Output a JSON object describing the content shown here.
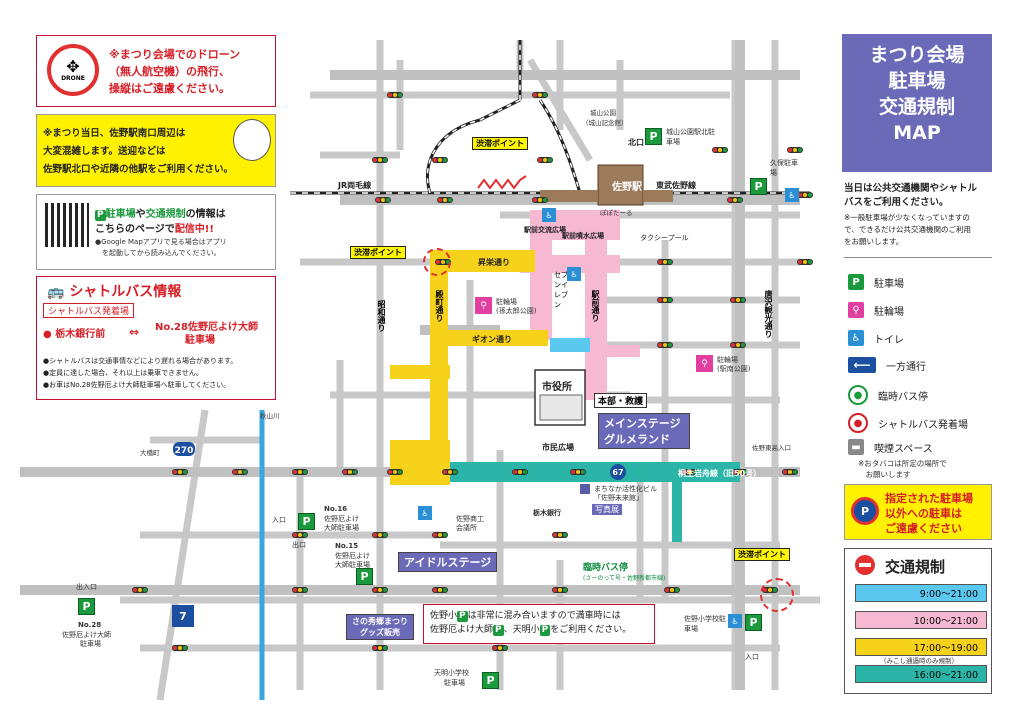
{
  "drone_notice": {
    "line1": "※まつり会場でのドローン",
    "line2": "（無人航空機）の飛行、",
    "line3": "操縦はご遠慮ください。",
    "icon_label": "DRONE"
  },
  "congestion_notice": {
    "line1": "※まつり当日、佐野駅南口周辺は",
    "line2": "大変混雑します。送迎などは",
    "line3": "佐野駅北口や近隣の他駅をご利用ください。"
  },
  "qr_notice": {
    "line1_a": "駐車場",
    "line1_b": "や",
    "line1_c": "交通規制",
    "line1_d": "の情報は",
    "line2_a": "こちらのページで",
    "line2_b": "配信中!!",
    "note1": "●Google Mapアプリで見る場合はアプリ",
    "note2": "　を起動してから読み込んでください。"
  },
  "shuttle": {
    "title": "シャトルバス情報",
    "subtitle": "シャトルバス発着場",
    "stop_a": "栃木銀行前",
    "arrow": "⇔",
    "stop_b_1": "No.28佐野厄よけ大師",
    "stop_b_2": "駐車場",
    "notes": [
      "●シャトルバスは交通事情などにより遅れる場合があります。",
      "●定員に達した場合、それ以上は乗車できません。",
      "●お車はNo.28佐野厄よけ大師駐車場へ駐車してください。"
    ]
  },
  "title_panel": {
    "line1": "まつり会場",
    "line2": "駐車場",
    "line3": "交通規制",
    "line4": "MAP"
  },
  "public_transport": {
    "main1": "当日は公共交通機関やシャトル",
    "main2": "バスをご利用ください。",
    "sub1": "※一般駐車場が少なくなっていますの",
    "sub2": "で、できるだけ公共交通機関のご利用",
    "sub3": "をお願いします。"
  },
  "legend": {
    "parking": "駐車場",
    "bicycle": "駐輪場",
    "toilet": "トイレ",
    "oneway": "一方通行",
    "temp_bus": "臨時バス停",
    "shuttle_stop": "シャトルバス発着場",
    "smoking": "喫煙スペース",
    "smoking_note1": "※おタバコは所定の場所で",
    "smoking_note2": "　お願いします"
  },
  "no_parking": {
    "line1": "指定された駐車場",
    "line2": "以外への駐車は",
    "line3": "ご遠慮ください"
  },
  "traffic": {
    "title": "交通規制",
    "rows": [
      {
        "color": "#5bc8f0",
        "time": "9:00～21:00",
        "note": ""
      },
      {
        "color": "#f7b8d2",
        "time": "10:00～21:00",
        "note": ""
      },
      {
        "color": "#f7d21a",
        "time": "17:00～19:00",
        "note": "（みこし通過時のみ規制）"
      },
      {
        "color": "#2ab5a8",
        "time": "16:00～21:00",
        "note": ""
      }
    ]
  },
  "map": {
    "station": "佐野駅",
    "jr_line": "JR両毛線",
    "tobu_line": "東武佐野線",
    "kita_exit": "北口",
    "roads": {
      "shoei": "昇栄通り",
      "gion": "ギオン通り",
      "ekimae": "駅前通り",
      "showa": "昭和通り",
      "tonomachi": "殿町通り",
      "kiryu": "桐生岩舟線（旧50号）",
      "karasawa": "唐沢観光通り"
    },
    "places": {
      "city_hall": "市役所",
      "honbu": "本部・救護",
      "main_stage_1": "メインステージ",
      "main_stage_2": "グルメランド",
      "idol_stage": "アイドルステージ",
      "goods_1": "さの秀郷まつり",
      "goods_2": "グッズ販売",
      "shimin_hiroba": "市民広場",
      "ekimae_hiroba": "駅前交流広場",
      "ekimae_fountain": "駅前噴水広場",
      "taxi_pool": "タクシープール",
      "seven": "セブンイレブン",
      "tochigi_bank": "栃木銀行",
      "rinji_bus": "臨時バス停",
      "rinji_bus_sub": "(さーのって号・佐野新都市線)",
      "machinaka_1": "まちなか活性化ビル",
      "machinaka_2": "「佐野未来館」",
      "photo": "写真展",
      "shoko": "佐野商工",
      "shoko2": "会議所",
      "jousanmae": "城山公園駅北駐車場",
      "kubo": "久保駐車場",
      "no16_a": "No.16",
      "no16_b": "佐野厄よけ",
      "no16_c": "大師駐車場",
      "no15_a": "No.15",
      "no15_b": "佐野厄よけ",
      "no15_c": "大師駐車場",
      "no28_a": "No.28",
      "no28_b": "佐野厄よけ大師",
      "no28_c": "駐車場",
      "shogakko": "佐野小学校駐車場",
      "tenmyo_1": "天明小学校",
      "tenmyo_2": "駐車場",
      "bicycle_1": "駐輪場",
      "bicycle_1b": "(孫太郎公園)",
      "bicycle_2": "駐輪場",
      "bicycle_2b": "(駅南公園)",
      "jam": "渋滞ポイント",
      "sano_entrance": "佐野東高入口",
      "ohashi": "大橋町",
      "akiyama": "秋山川",
      "pokutarou": "ぽぽたーる",
      "jobikinen": "城山公園",
      "jobikinen2": "（城山記念館）"
    },
    "notice": {
      "line1_a": "佐野小",
      "line1_b": "は非常に混み合いますので満車時には",
      "line2_a": "佐野厄よけ大師",
      "line2_b": "、天明小",
      "line2_c": "をご利用ください。"
    },
    "route_numbers": {
      "r270": "270",
      "r67": "67",
      "r7": "7"
    },
    "entrance": "出入口",
    "nyuukou": "入口",
    "deguchi": "出口"
  }
}
